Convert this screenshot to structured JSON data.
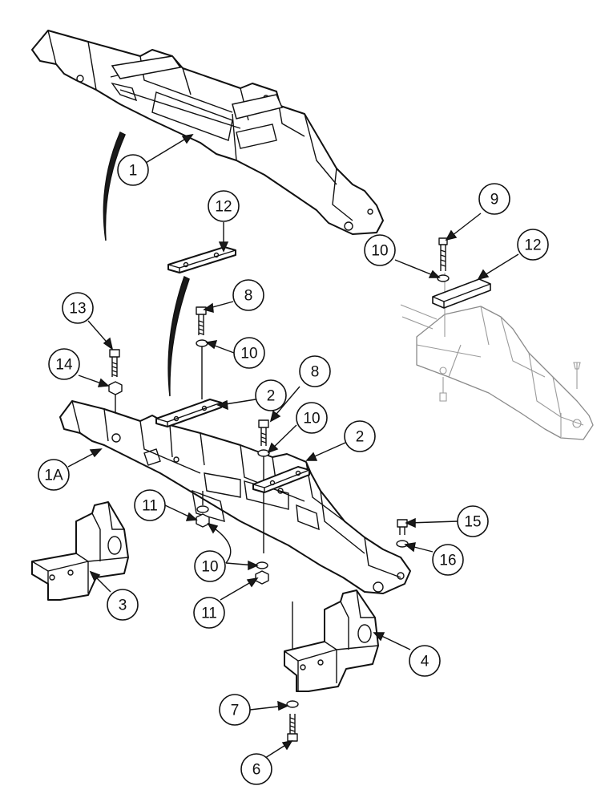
{
  "callouts": [
    {
      "id": "c1",
      "label": "1"
    },
    {
      "id": "c12a",
      "label": "12"
    },
    {
      "id": "c9",
      "label": "9"
    },
    {
      "id": "c10a",
      "label": "10"
    },
    {
      "id": "c12b",
      "label": "12"
    },
    {
      "id": "c8a",
      "label": "8"
    },
    {
      "id": "c13",
      "label": "13"
    },
    {
      "id": "c10b",
      "label": "10"
    },
    {
      "id": "c14",
      "label": "14"
    },
    {
      "id": "c8b",
      "label": "8"
    },
    {
      "id": "c2a",
      "label": "2"
    },
    {
      "id": "c10c",
      "label": "10"
    },
    {
      "id": "c2b",
      "label": "2"
    },
    {
      "id": "c1A",
      "label": "1A"
    },
    {
      "id": "c11a",
      "label": "11"
    },
    {
      "id": "c15",
      "label": "15"
    },
    {
      "id": "c10d",
      "label": "10"
    },
    {
      "id": "c16",
      "label": "16"
    },
    {
      "id": "c3",
      "label": "3"
    },
    {
      "id": "c11b",
      "label": "11"
    },
    {
      "id": "c4",
      "label": "4"
    },
    {
      "id": "c7",
      "label": "7"
    },
    {
      "id": "c6",
      "label": "6"
    }
  ]
}
